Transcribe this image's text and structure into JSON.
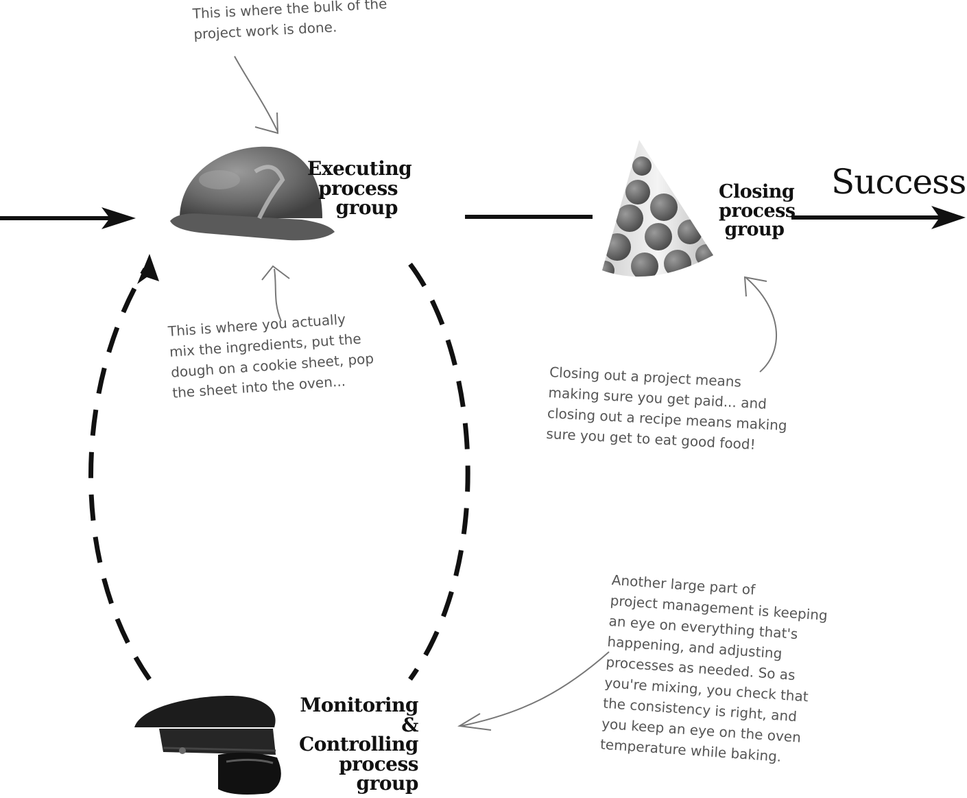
{
  "labels": {
    "executing": "Executing\nprocess\ngroup",
    "closing": "Closing\nprocess\ngroup",
    "monitoring": "Monitoring\n& Controlling\nprocess group",
    "success": "Success!"
  },
  "notes": {
    "top": "This is where the bulk of the\nproject work is done.",
    "executing": "This is where you actually\nmix the ingredients, put the\ndough on a cookie sheet, pop\nthe sheet into the oven...",
    "closing": "Closing out a project means\nmaking sure you get paid... and\nclosing out a recipe means making\nsure you get to eat good food!",
    "monitoring": "Another large part of\nproject management is keeping\nan eye on everything that's\nhappening, and adjusting\nprocesses as needed. So as\nyou're mixing, you check that\nthe consistency is right, and\nyou keep an eye on the oven\ntemperature while baking."
  },
  "icons": {
    "executing": "hard-hat-icon",
    "closing": "party-hat-icon",
    "monitoring": "officer-cap-icon"
  },
  "colors": {
    "arrow": "#111111",
    "annotation": "#555555",
    "hard_hat": "#6e6e6e",
    "cap": "#1c1c1c"
  }
}
